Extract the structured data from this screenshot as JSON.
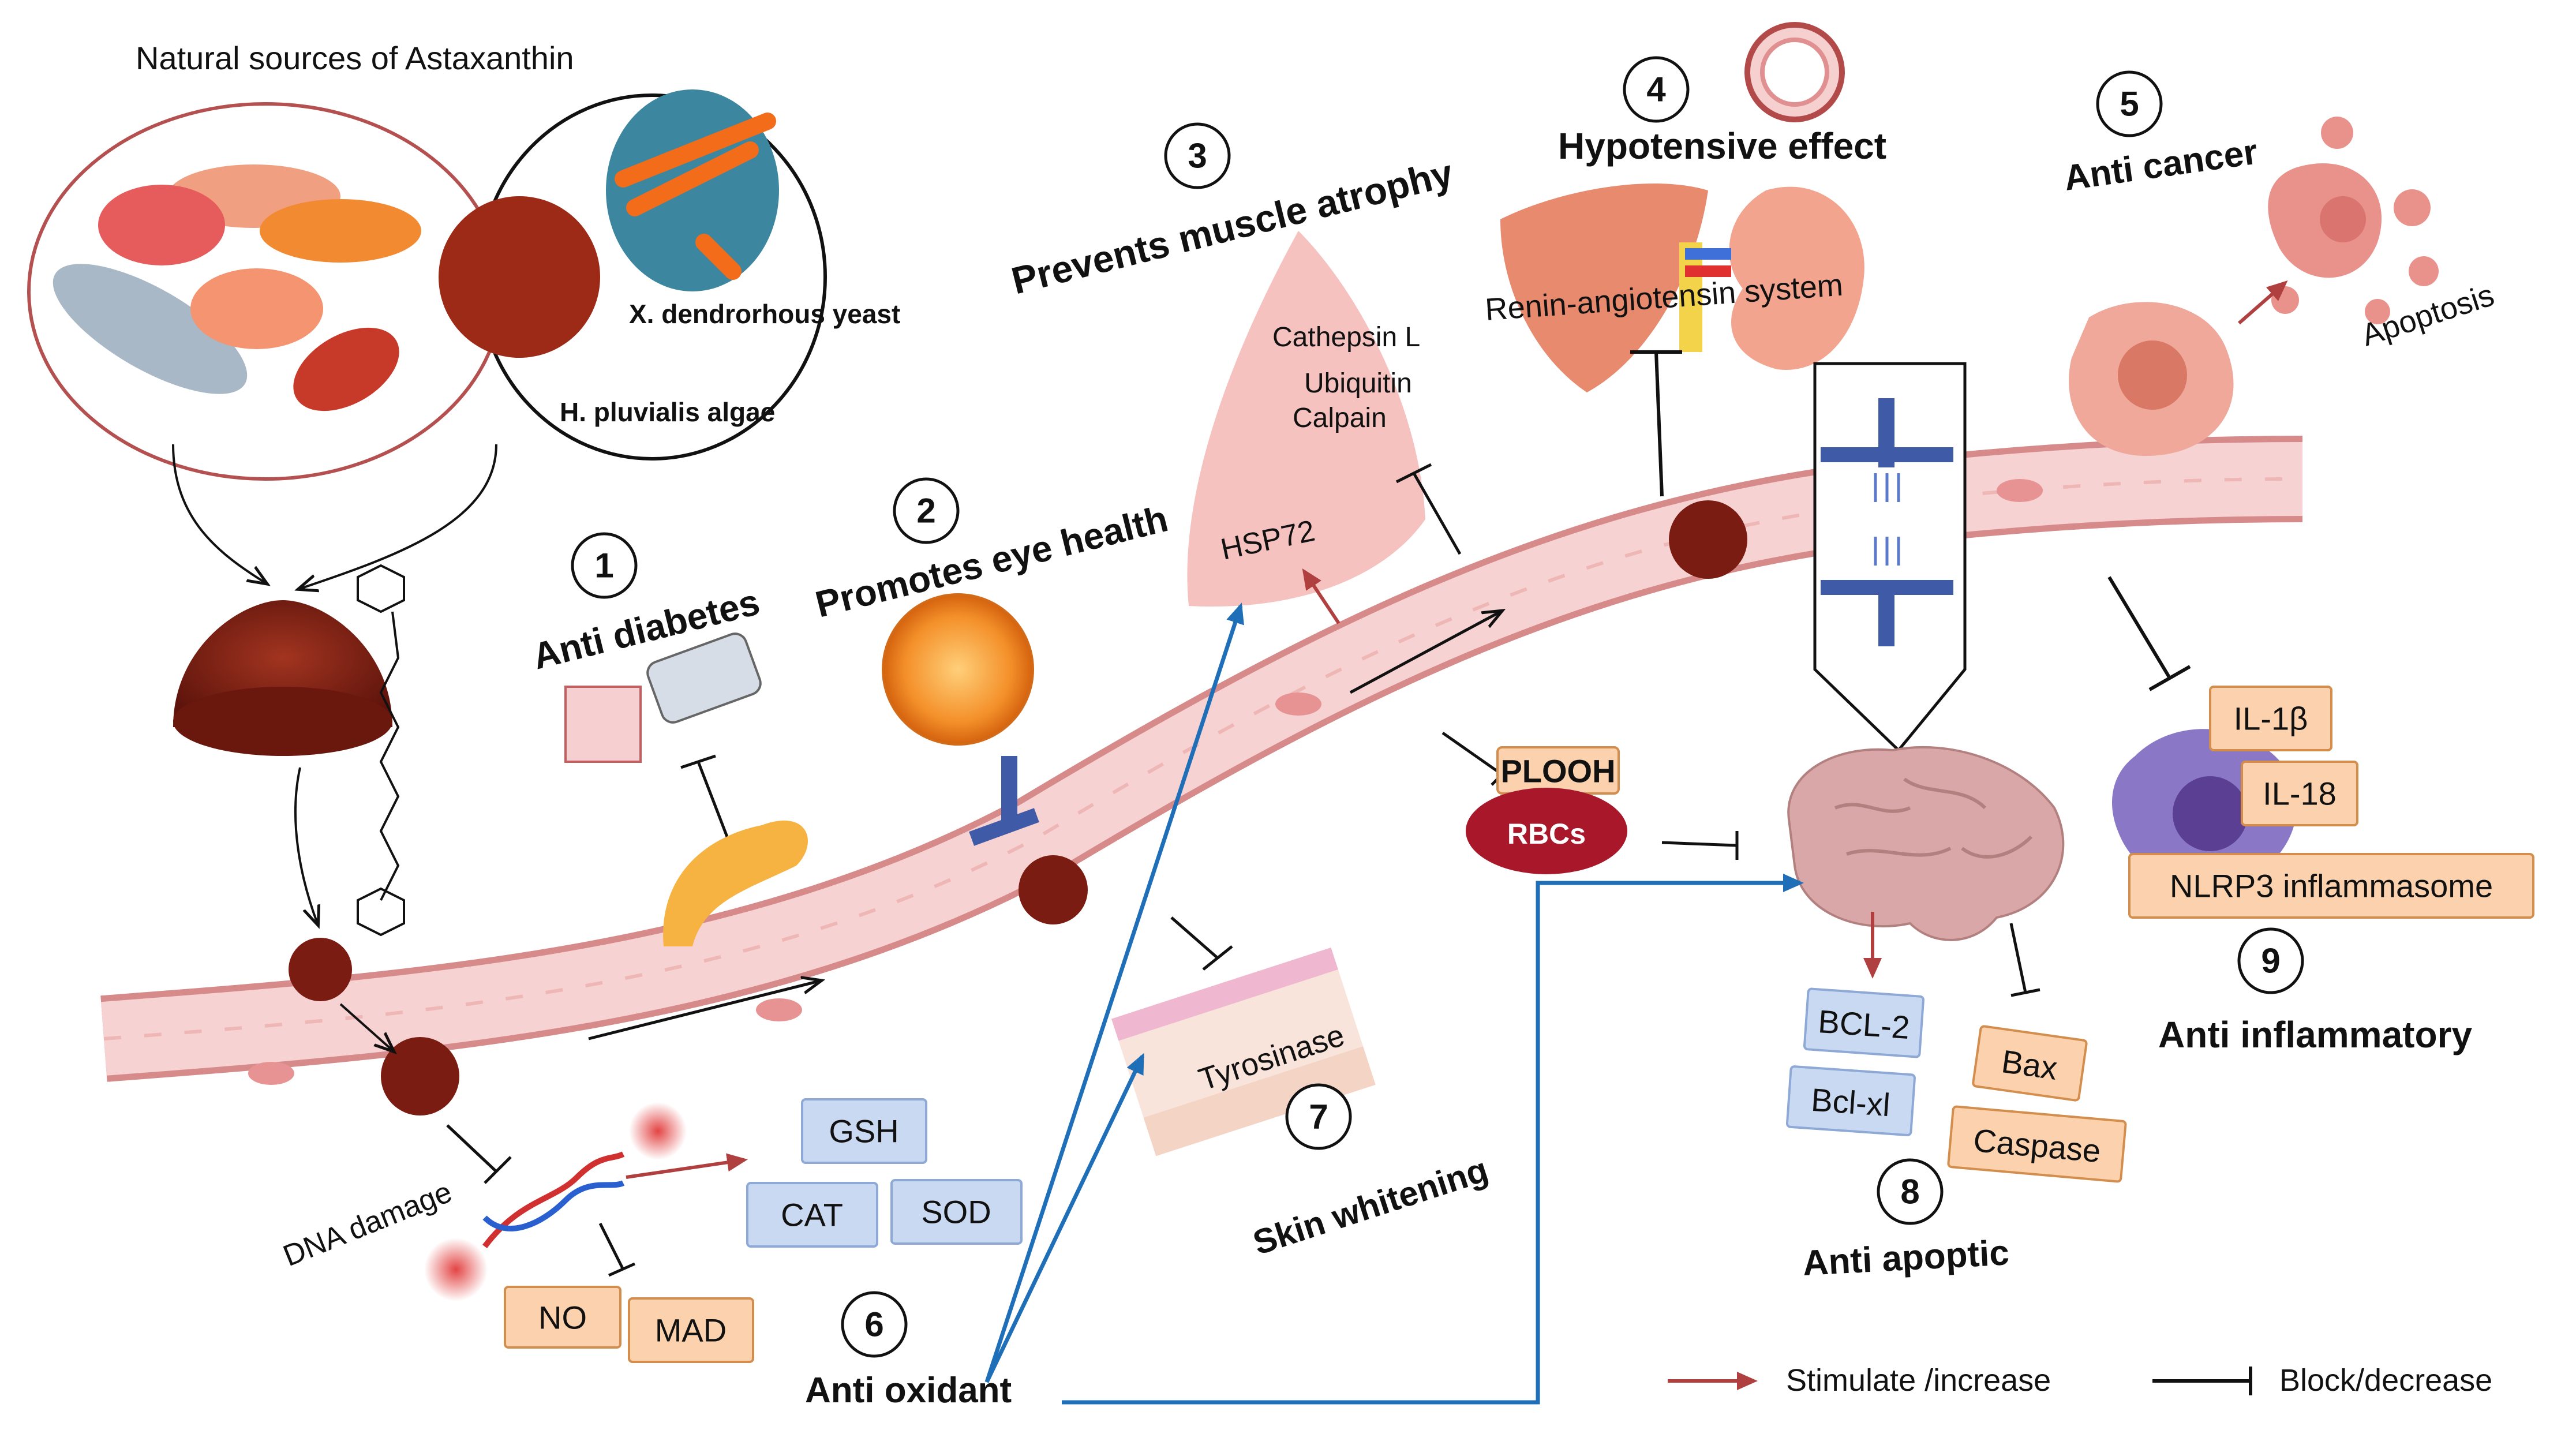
{
  "sources": {
    "title": "Natural sources of Astaxanthin",
    "yeast": "X. dendrorhous yeast",
    "algae": "H. pluvialis algae"
  },
  "effects": {
    "anti_diabetes": {
      "num": "1",
      "label": "Anti diabetes"
    },
    "eye": {
      "num": "2",
      "label": "Promotes eye health"
    },
    "muscle": {
      "num": "3",
      "label": "Prevents muscle atrophy",
      "cathepsin": "Cathepsin L",
      "ubiquitin": "Ubiquitin",
      "calpain": "Calpain",
      "hsp": "HSP72"
    },
    "hypotensive": {
      "num": "4",
      "label": "Hypotensive effect",
      "ras": "Renin-angiotensin system"
    },
    "cancer": {
      "num": "5",
      "label": "Anti cancer",
      "apoptosis": "Apoptosis"
    },
    "antioxidant": {
      "num": "6",
      "label": "Anti oxidant",
      "dna": "DNA damage",
      "gsh": "GSH",
      "cat": "CAT",
      "sod": "SOD",
      "no": "NO",
      "mad": "MAD"
    },
    "skin": {
      "num": "7",
      "label": "Skin whitening",
      "tyrosinase": "Tyrosinase"
    },
    "apoptic": {
      "num": "8",
      "label": "Anti apoptic",
      "bcl2": "BCL-2",
      "bclxl": "Bcl-xl",
      "bax": "Bax",
      "caspase": "Caspase"
    },
    "inflammatory": {
      "num": "9",
      "label": "Anti inflammatory",
      "il1b": "IL-1β",
      "il18": "IL-18",
      "nlrp3": "NLRP3 inflammasome"
    }
  },
  "rbc": {
    "plooh": "PLOOH",
    "rbcs": "RBCs"
  },
  "legend": {
    "stimulate": "Stimulate /increase",
    "block": "Block/decrease"
  },
  "colors": {
    "stimulate_arrow": "#b04040",
    "block_arrow": "#111111",
    "pathway_arrow": "#1f6fb8",
    "blue_box": "#c9d9f2",
    "orange_box": "#fbd2ad",
    "vessel": "#f1c4c4",
    "astaxanthin": "#7a1c12"
  },
  "icons": [
    "seafood-icon",
    "astaxanthin-powder-icon",
    "molecule-icon",
    "glucometer-icon",
    "pancreas-icon",
    "retina-icon",
    "muscle-icon",
    "liver-icon",
    "kidney-icon",
    "vessel-ring-icon",
    "cancer-cell-icon",
    "brain-icon",
    "macrophage-icon",
    "dna-icon",
    "skin-layer-icon"
  ]
}
